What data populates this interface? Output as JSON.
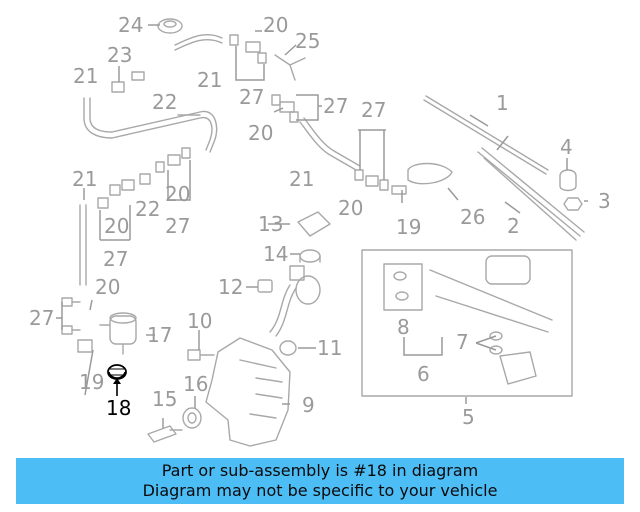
{
  "labels": {
    "l1": "1",
    "l2": "2",
    "l3": "3",
    "l4": "4",
    "l5": "5",
    "l6": "6",
    "l7": "7",
    "l8": "8",
    "l9": "9",
    "l10": "10",
    "l11": "11",
    "l12": "12",
    "l13": "13",
    "l14": "14",
    "l15": "15",
    "l16": "16",
    "l17": "17",
    "l18": "18",
    "l19": "19",
    "l20": "20",
    "l21": "21",
    "l22": "22",
    "l23": "23",
    "l24": "24",
    "l25": "25",
    "l26": "26",
    "l27": "27"
  },
  "highlight_part": "18",
  "highlight_color": "#000000",
  "part_color": "#a8a8a8",
  "banner": {
    "line1": "Part or sub-assembly is #18 in diagram",
    "line2": "Diagram may not be specific to your vehicle",
    "background": "#4dbdf6"
  }
}
